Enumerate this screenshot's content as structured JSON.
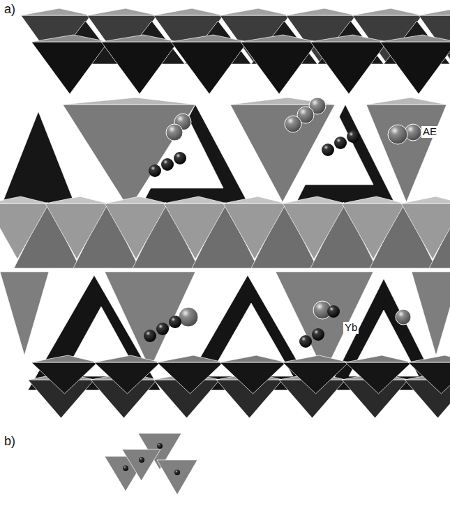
{
  "diagram": {
    "labels": [
      "a)",
      "AE",
      "Yb",
      "b)"
    ]
  }
}
